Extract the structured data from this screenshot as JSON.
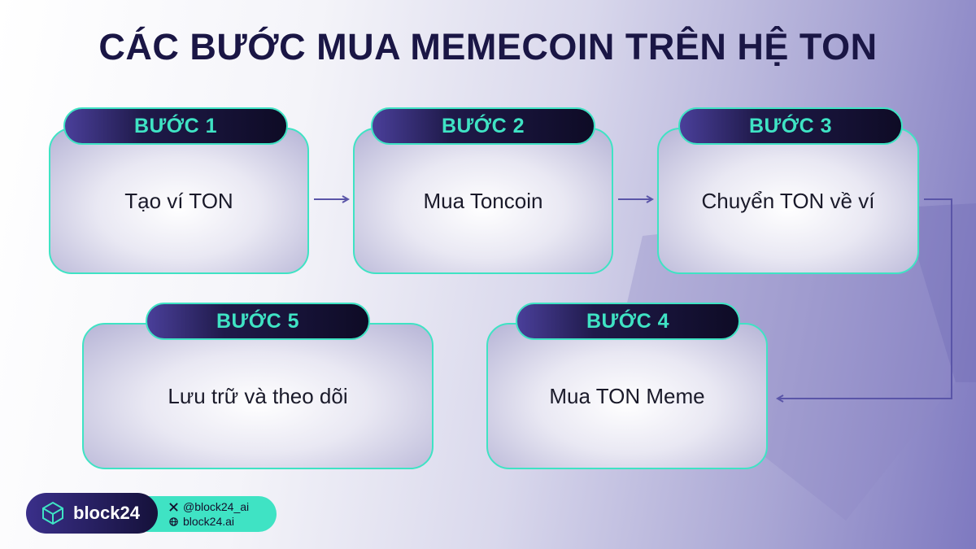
{
  "title": "CÁC BƯỚC MUA MEMECOIN TRÊN HỆ TON",
  "steps": [
    {
      "badge": "BƯỚC 1",
      "text": "Tạo ví TON"
    },
    {
      "badge": "BƯỚC 2",
      "text": "Mua Toncoin"
    },
    {
      "badge": "BƯỚC 3",
      "text": "Chuyển TON về ví"
    },
    {
      "badge": "BƯỚC 4",
      "text": "Mua TON Meme"
    },
    {
      "badge": "BƯỚC 5",
      "text": "Lưu trữ và theo dõi"
    }
  ],
  "footer": {
    "brand": "block24",
    "twitter": "@block24_ai",
    "website": "block24.ai"
  },
  "colors": {
    "accent": "#3fe3c4",
    "title": "#1a1645",
    "badge_dark": "#0e0b25",
    "arrow": "#5a55a8"
  },
  "icons": [
    "cube-logo-icon",
    "x-icon",
    "globe-icon",
    "arrow-right-icon"
  ]
}
